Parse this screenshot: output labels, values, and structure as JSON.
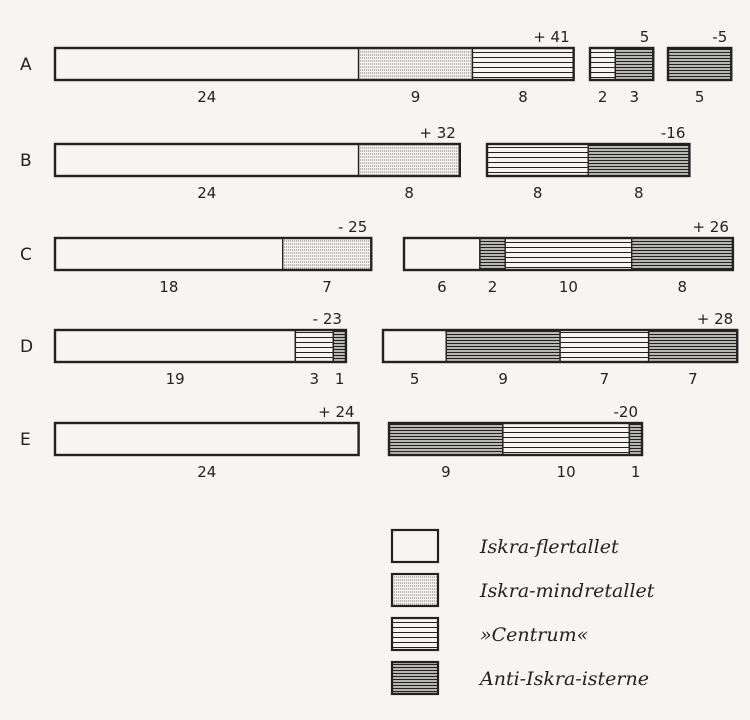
{
  "chart_data": {
    "type": "bar",
    "layout": "stacked-horizontal",
    "categories": [
      {
        "id": "iskra_majority",
        "label": "Iskra-flertallet"
      },
      {
        "id": "iskra_minority",
        "label": "Iskra-mindretallet"
      },
      {
        "id": "centrum",
        "label": "»Centrum«"
      },
      {
        "id": "anti_iskra",
        "label": "Anti-Iskra-isterne"
      }
    ],
    "rows": [
      {
        "label": "A",
        "groups": [
          {
            "total": "+ 41",
            "segments": [
              {
                "cat": "iskra_majority",
                "value": 24
              },
              {
                "cat": "iskra_minority",
                "value": 9
              },
              {
                "cat": "centrum",
                "value": 8
              }
            ]
          },
          {
            "total": "5",
            "segments": [
              {
                "cat": "centrum",
                "value": 2
              },
              {
                "cat": "anti_iskra",
                "value": 3
              }
            ]
          },
          {
            "total": "-5",
            "segments": [
              {
                "cat": "anti_iskra",
                "value": 5
              }
            ]
          }
        ]
      },
      {
        "label": "B",
        "groups": [
          {
            "total": "+ 32",
            "segments": [
              {
                "cat": "iskra_majority",
                "value": 24
              },
              {
                "cat": "iskra_minority",
                "value": 8
              }
            ]
          },
          {
            "total": "-16",
            "segments": [
              {
                "cat": "centrum",
                "value": 8
              },
              {
                "cat": "anti_iskra",
                "value": 8
              }
            ]
          }
        ]
      },
      {
        "label": "C",
        "groups": [
          {
            "total": "- 25",
            "segments": [
              {
                "cat": "iskra_majority",
                "value": 18
              },
              {
                "cat": "iskra_minority",
                "value": 7
              }
            ]
          },
          {
            "total": "+ 26",
            "segments": [
              {
                "cat": "iskra_majority",
                "value": 6
              },
              {
                "cat": "anti_iskra",
                "value": 2
              },
              {
                "cat": "centrum",
                "value": 10
              },
              {
                "cat": "anti_iskra",
                "value": 8
              }
            ]
          }
        ]
      },
      {
        "label": "D",
        "groups": [
          {
            "total": "- 23",
            "segments": [
              {
                "cat": "iskra_majority",
                "value": 19
              },
              {
                "cat": "centrum",
                "value": 3
              },
              {
                "cat": "anti_iskra",
                "value": 1
              }
            ]
          },
          {
            "total": "+ 28",
            "segments": [
              {
                "cat": "iskra_majority",
                "value": 5
              },
              {
                "cat": "anti_iskra",
                "value": 9
              },
              {
                "cat": "centrum",
                "value": 7
              },
              {
                "cat": "anti_iskra",
                "value": 7
              }
            ]
          }
        ]
      },
      {
        "label": "E",
        "groups": [
          {
            "total": "+ 24",
            "segments": [
              {
                "cat": "iskra_majority",
                "value": 24
              }
            ]
          },
          {
            "total": "-20",
            "segments": [
              {
                "cat": "anti_iskra",
                "value": 9
              },
              {
                "cat": "centrum",
                "value": 10
              },
              {
                "cat": "anti_iskra",
                "value": 1
              }
            ]
          }
        ]
      }
    ],
    "legend": [
      {
        "cat": "iskra_majority",
        "label": "Iskra-flertallet"
      },
      {
        "cat": "iskra_minority",
        "label": "Iskra-mindretallet"
      },
      {
        "cat": "centrum",
        "label": "»Centrum«"
      },
      {
        "cat": "anti_iskra",
        "label": "Anti-Iskra-isterne"
      }
    ],
    "legend_position": "bottom-right",
    "grid": false
  },
  "colors": {
    "ink": "#222222",
    "paper": "#f6f5f1"
  }
}
